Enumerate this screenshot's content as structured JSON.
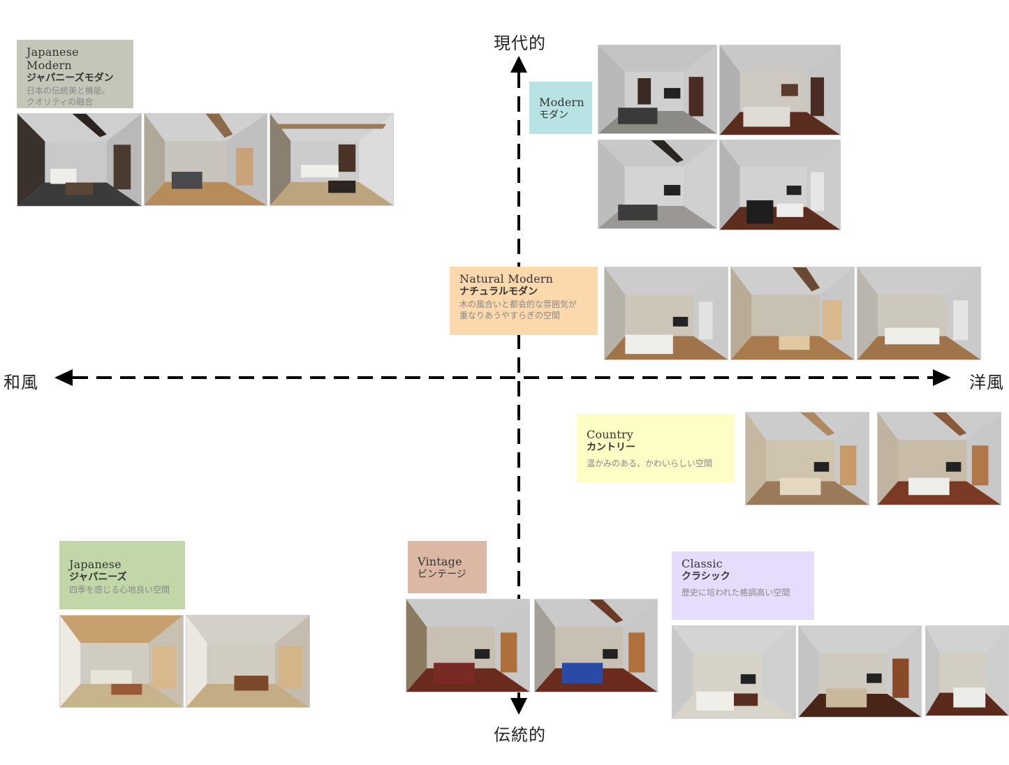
{
  "axes": {
    "top": "現代的",
    "bottom": "伝統的",
    "left": "和風",
    "right": "洋風"
  },
  "styles": {
    "japanese_modern": {
      "en": "Japanese Modern",
      "ja": "ジャパニーズモダン",
      "desc1": "日本の伝統美と機能、",
      "desc2": "クオリティの融合",
      "color": "#c4c6b8"
    },
    "modern": {
      "en": "Modern",
      "ja": "モダン",
      "color": "#b9e2e4"
    },
    "natural_modern": {
      "en": "Natural Modern",
      "ja": "ナチュラルモダン",
      "desc1": "木の風合いと都会的な雰囲気が",
      "desc2": "重なりあうやすらぎの空間",
      "color": "#fcd9ad"
    },
    "country": {
      "en": "Country",
      "ja": "カントリー",
      "desc1": "温かみのある、かわいらしい空間",
      "color": "#fdfdc5"
    },
    "japanese": {
      "en": "Japanese",
      "ja": "ジャパニーズ",
      "desc1": "四季を感じる心地良い空間",
      "color": "#c1d7a8"
    },
    "vintage": {
      "en": "Vintage",
      "ja": "ビンテージ",
      "color": "#dbb7a4"
    },
    "classic": {
      "en": "Classic",
      "ja": "クラシック",
      "desc1": "歴史に培われた格調高い空間",
      "color": "#e6dcfb"
    }
  }
}
